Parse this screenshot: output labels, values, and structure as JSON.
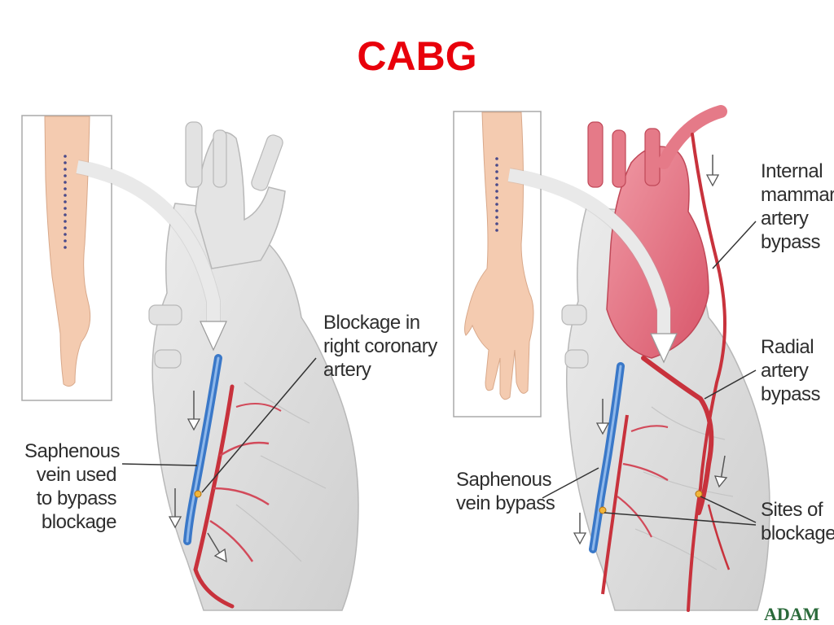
{
  "title": "CABG",
  "left_diagram": {
    "blockage_label": [
      "Blockage in",
      "right coronary",
      "artery"
    ],
    "saphenous_label": [
      "Saphenous",
      "vein used",
      "to bypass",
      "blockage"
    ]
  },
  "right_diagram": {
    "internal_mammary_label": [
      "Internal",
      "mammary",
      "artery",
      "bypass"
    ],
    "radial_label": [
      "Radial",
      "artery",
      "bypass"
    ],
    "saphenous_label": [
      "Saphenous",
      "vein bypass"
    ],
    "sites_label": [
      "Sites of",
      "blockage"
    ]
  },
  "logo_text": "ADAM",
  "colors": {
    "title": "#e8000b",
    "vein": "#3a78c8",
    "artery": "#c8323c",
    "heart_gray": "#d9d9d9",
    "aorta_red": "#e07080"
  }
}
